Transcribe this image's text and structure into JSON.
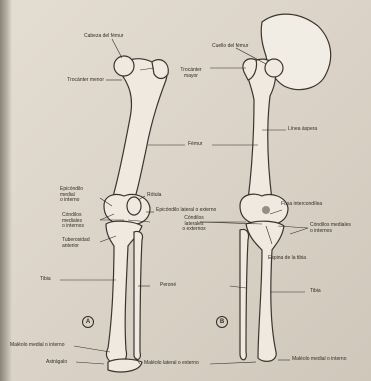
{
  "labels": {
    "cabeza_femur": "Cabeza del fémur",
    "cuello_femur": "Cuello del fémur",
    "trocanter_mayor": "Trocánter\nmayor",
    "trocanter_menor": "Trocánter menor",
    "linea_aspera": "Línea áspera",
    "femur": "Fémur",
    "epicondilo_medial": "Epicóndilo\nmedial\no interno",
    "rotula": "Rótula",
    "epicondilo_lateral": "Epicóndilo lateral o externo",
    "condilos_laterales": "Cóndilos\nlaterales\no externos",
    "condilos_mediales_left": "Cóndilos\nmediales\no internos",
    "fosa_intercondilea": "Fosa intercondílea",
    "condilos_mediales_right": "Cóndilos mediales\no internos",
    "tuberosidad_anterior": "Tuberosidad\nanterior",
    "espina_tibia": "Espina de la tibia",
    "tibia_left": "Tibia",
    "perone": "Peroné",
    "tibia_right": "Tibia",
    "maleolo_medial_left": "Maléolo medial o interno",
    "astragalo": "Astrágalo",
    "maleolo_lateral": "Maléolo lateral o externo",
    "maleolo_medial_right": "Maléolo medial o interno"
  },
  "figures": {
    "a": "A",
    "b": "B"
  }
}
